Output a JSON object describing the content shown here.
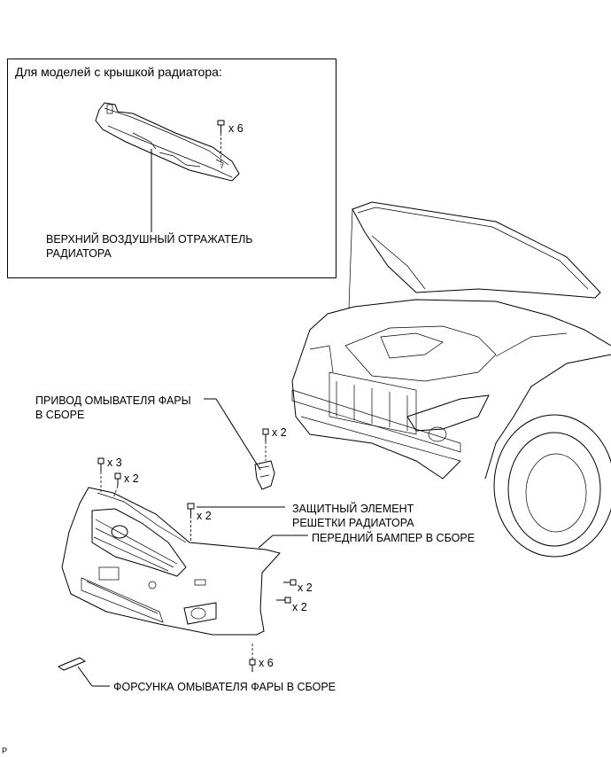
{
  "inset": {
    "title": "Для моделей с крышкой радиатора:",
    "part_label_line1": "ВЕРХНИЙ ВОЗДУШНЫЙ ОТРАЖАТЕЛЬ",
    "part_label_line2": "РАДИАТОРА",
    "clip_qty": "x 6"
  },
  "labels": {
    "headlamp_washer_actuator_line1": "ПРИВОД ОМЫВАТЕЛЯ ФАРЫ",
    "headlamp_washer_actuator_line2": "В СБОРЕ",
    "grille_protector_line1": "ЗАЩИТНЫЙ ЭЛЕМЕНТ",
    "grille_protector_line2": "РЕШЕТКИ РАДИАТОРА",
    "front_bumper": "ПЕРЕДНИЙ БАМПЕР В СБОРЕ",
    "washer_nozzle": "ФОРСУНКА ОМЫВАТЕЛЯ ФАРЫ В СБОРЕ"
  },
  "quantities": {
    "actuator_bolts": "x 2",
    "bumper_top_screws": "x 3",
    "bumper_top_clips": "x 2",
    "grille_clips": "x 2",
    "side_clips": "x 2",
    "side_screws": "x 2",
    "bottom_screws": "x 6"
  },
  "corner_mark": "P"
}
